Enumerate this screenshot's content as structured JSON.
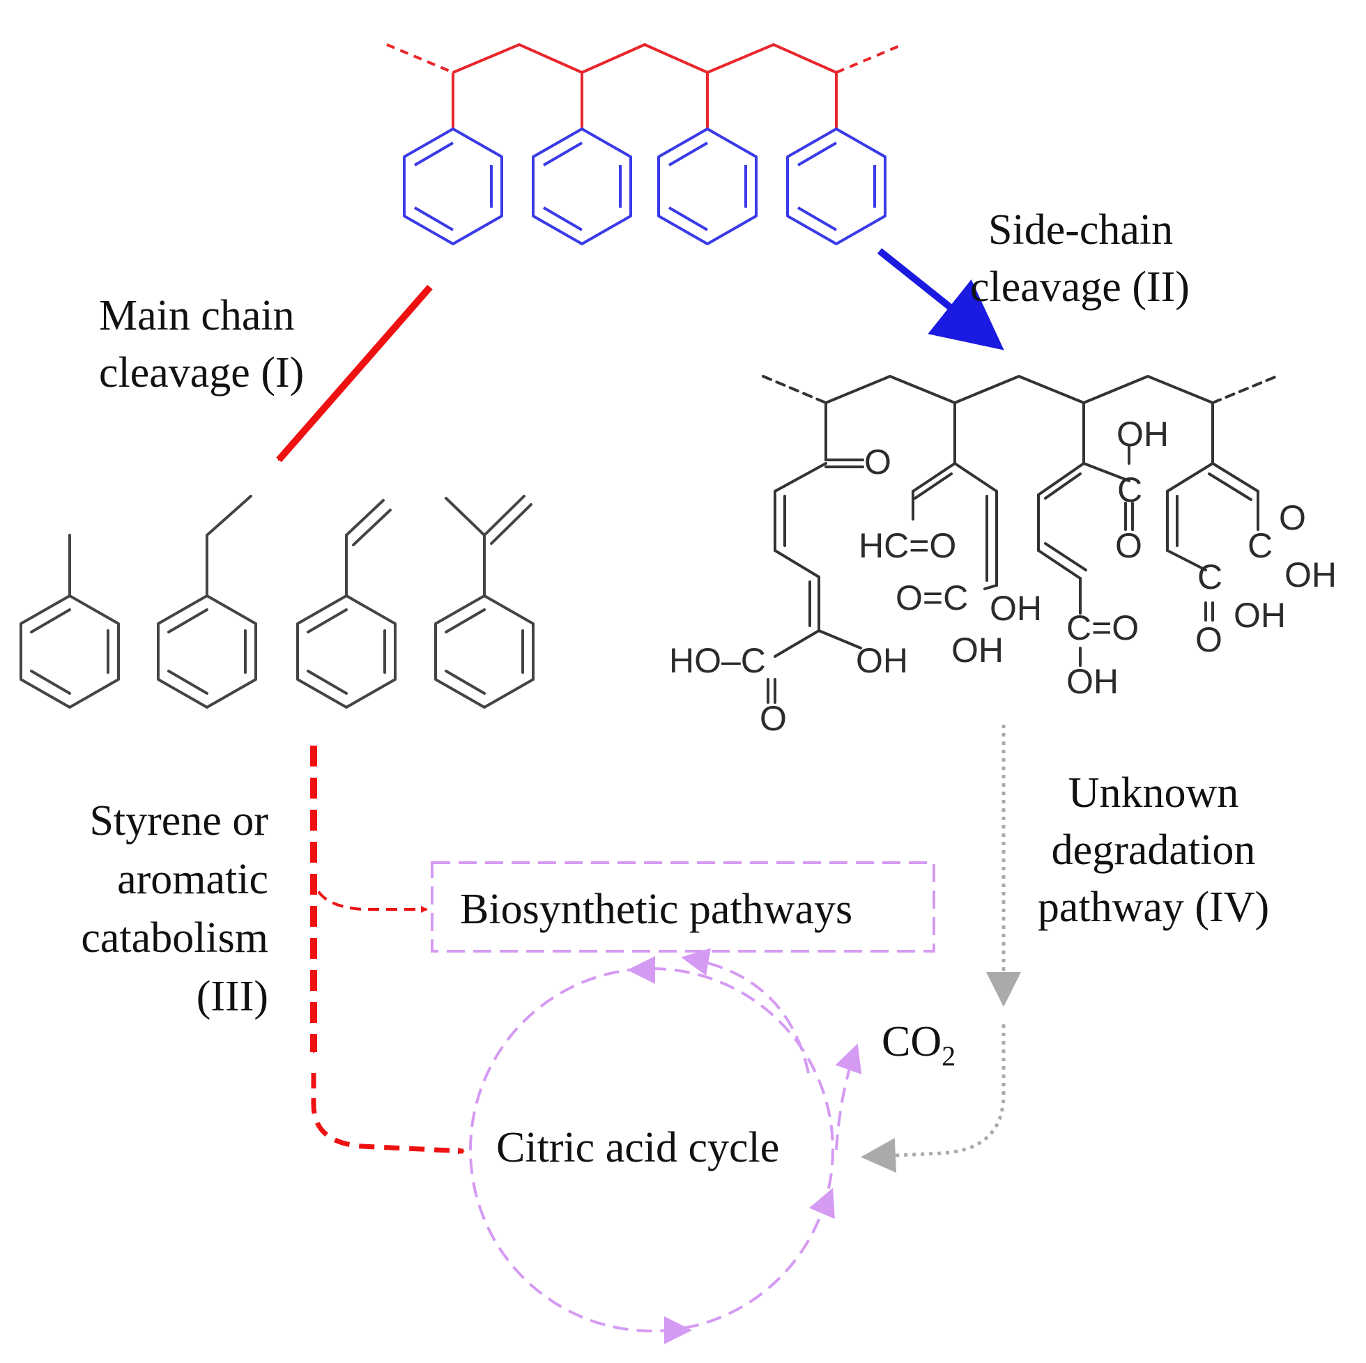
{
  "labels": {
    "main_chain": [
      "Main chain",
      "cleavage (I)"
    ],
    "side_chain": [
      "Side-chain",
      "cleavage (II)"
    ],
    "aromatic": [
      "Styrene or",
      "aromatic",
      "catabolism",
      "(III)"
    ],
    "unknown": [
      "Unknown",
      "degradation",
      "pathway (IV)"
    ],
    "biosynthetic": "Biosynthetic pathways",
    "citric": "Citric acid cycle",
    "co2_main": "CO",
    "co2_sub": "2"
  },
  "chem_text": {
    "ketone_o": "O",
    "oh_top": "OH",
    "hco": "HC=O",
    "c_top": "C",
    "o_under_c": "O",
    "o_eq_c": "O=C",
    "oh_mid": "OH",
    "oh_under": "OH",
    "c_eq_o": "C=O",
    "oh_bottom": "OH",
    "o_right_top": "O",
    "c_right_top": "C",
    "oh_right_top": "OH",
    "c_right_low": "C",
    "oh_right_low": "OH",
    "o_right_low": "O",
    "ho_c": "HO–C",
    "oh_left": "OH",
    "o_bottom": "O"
  },
  "colors": {
    "backbone": "#e8262b",
    "ring_polymer": "#3a3ae8",
    "red_arrow": "#ee1111",
    "blue_arrow": "#1a1ae0",
    "gray": "#aaaaaa",
    "lilac": "#d59af2",
    "dark": "#333333"
  }
}
